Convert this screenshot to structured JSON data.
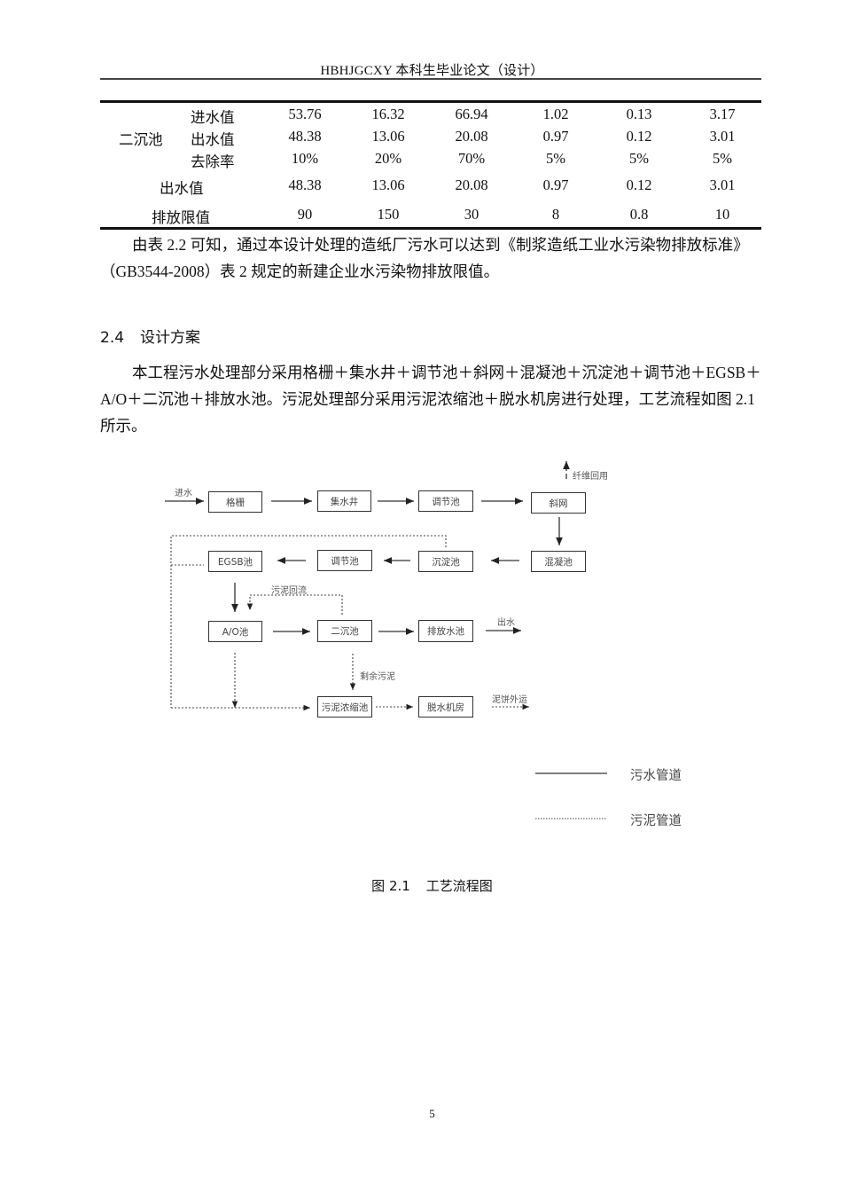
{
  "header": {
    "title": "HBHJGCXY 本科生毕业论文（设计）"
  },
  "table": {
    "group_label": "二沉池",
    "rows": [
      {
        "label": "进水值",
        "values": [
          "53.76",
          "16.32",
          "66.94",
          "1.02",
          "0.13",
          "3.17"
        ]
      },
      {
        "label": "出水值",
        "values": [
          "48.38",
          "13.06",
          "20.08",
          "0.97",
          "0.12",
          "3.01"
        ]
      },
      {
        "label": "去除率",
        "values": [
          "10%",
          "20%",
          "70%",
          "5%",
          "5%",
          "5%"
        ]
      }
    ],
    "effluent": {
      "label": "出水值",
      "values": [
        "48.38",
        "13.06",
        "20.08",
        "0.97",
        "0.12",
        "3.01"
      ]
    },
    "limit": {
      "label": "排放限值",
      "values": [
        "90",
        "150",
        "30",
        "8",
        "0.8",
        "10"
      ]
    }
  },
  "paragraph1": "由表 2.2 可知，通过本设计处理的造纸厂污水可以达到《制浆造纸工业水污染物排放标准》（GB3544-2008）表 2 规定的新建企业水污染物排放限值。",
  "section": {
    "number": "2.4",
    "title": "设计方案"
  },
  "paragraph2": "本工程污水处理部分采用格栅＋集水井＋调节池＋斜网＋混凝池＋沉淀池＋调节池＋EGSB＋A/O＋二沉池＋排放水池。污泥处理部分采用污泥浓缩池＋脱水机房进行处理，工艺流程如图 2.1 所示。",
  "diagram": {
    "boxes": {
      "grille": "格栅",
      "sump": "集水井",
      "equalization1": "调节池",
      "inclined_screen": "斜网",
      "coagulation": "混凝池",
      "sedimentation": "沉淀池",
      "equalization2": "调节池",
      "egsb": "EGSB池",
      "ao": "A/O池",
      "secondary_clarifier": "二沉池",
      "discharge_pool": "排放水池",
      "sludge_thickener": "污泥浓缩池",
      "dewatering_room": "脱水机房"
    },
    "labels": {
      "influent": "进水",
      "fiber_reuse": "纤维回用",
      "sludge_return": "污泥回流",
      "effluent": "出水",
      "excess_sludge": "剩余污泥",
      "sludge_cake_out": "泥饼外运"
    },
    "legend": {
      "sewage_pipe": "污水管道",
      "sludge_pipe": "污泥管道"
    }
  },
  "figure": {
    "number": "图 2.1",
    "title": "工艺流程图"
  },
  "page_number": "5"
}
